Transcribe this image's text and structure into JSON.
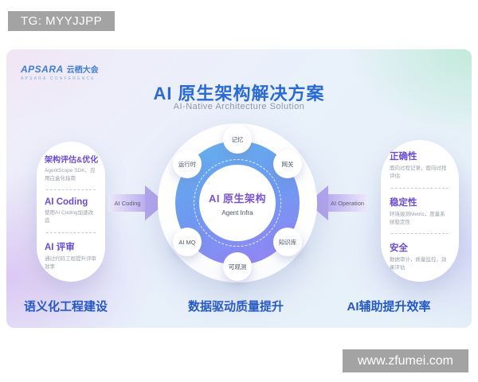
{
  "watermarks": {
    "tg": "TG: MYYJJPP",
    "site": "www.zfumei.com"
  },
  "logo": {
    "brand": "APSARA",
    "brand_cn": "云栖大会",
    "sub": "APSARA CONFERENCE"
  },
  "header": {
    "title": "AI 原生架构解决方案",
    "subtitle": "AI-Native Architecture Solution"
  },
  "left_panel": {
    "items": [
      {
        "title": "架构评估&优化",
        "desc": "AgentScope SDK、应用白盒化指南"
      },
      {
        "title": "AI Coding",
        "desc": "使用AI Coding加速改造"
      },
      {
        "title": "AI 评审",
        "desc": "通过代码工程提升评审效率"
      }
    ],
    "footer": "语义化工程建设"
  },
  "center": {
    "core_title": "AI 原生架构",
    "core_subtitle": "Agent Infra",
    "nodes": [
      "记忆",
      "网关",
      "运行时",
      "AI MQ",
      "可观测",
      "知识库"
    ],
    "left_arrow_label": "AI Coding",
    "right_arrow_label": "AI Operation",
    "footer": "数据驱动质量提升"
  },
  "right_panel": {
    "items": [
      {
        "title": "正确性",
        "desc": "面向过程记录，面向过程评估"
      },
      {
        "title": "稳定性",
        "desc": "环境拨测Metric，度量系统稳定性"
      },
      {
        "title": "安全",
        "desc": "数据审计，质量监控，效果评估"
      }
    ],
    "footer": "AI辅助提升效率"
  },
  "colors": {
    "title-blue": "#2a6ad3",
    "accent-purple": "#6a4bd6",
    "footer-blue": "#2458c5",
    "ring-blue": "#66acee",
    "ring-purple": "#9187f4",
    "arrow-purple": "#b2a4ee",
    "logo-blue": "#3e7ed6",
    "badge-gray": "#a3a3a3"
  }
}
